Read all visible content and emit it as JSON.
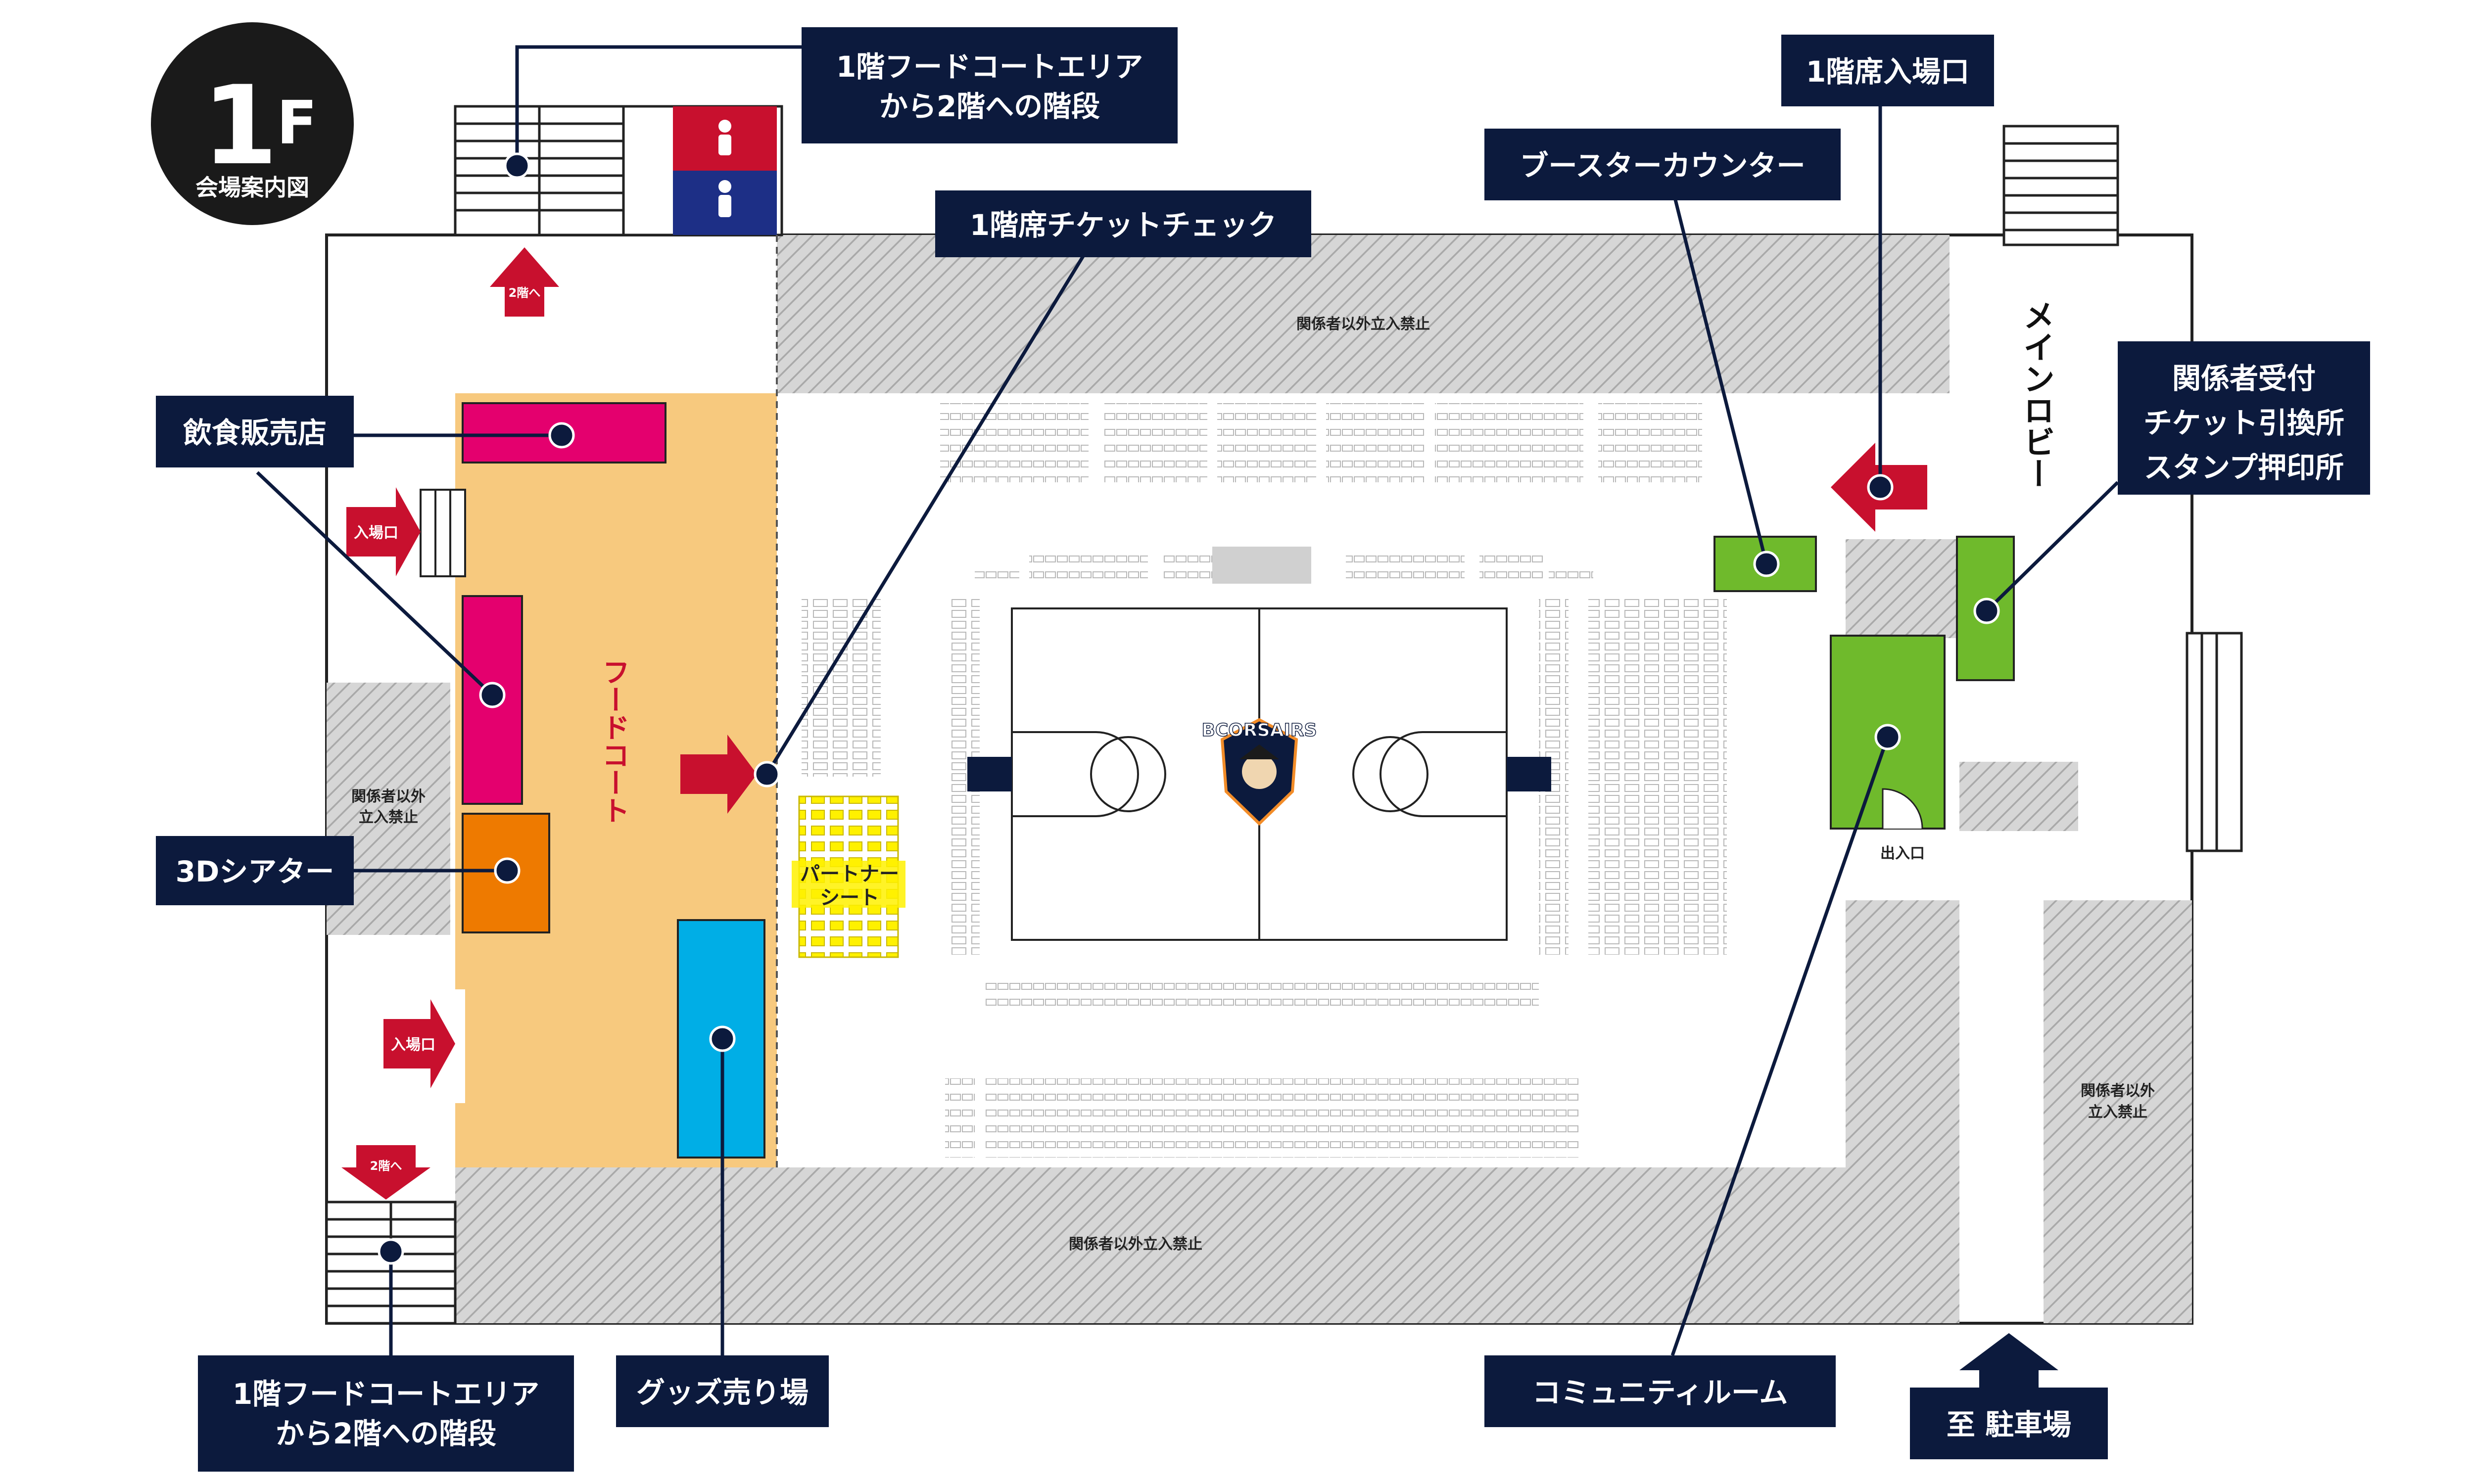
{
  "badge": {
    "floor": "1",
    "suffix": "F",
    "caption": "会場案内図"
  },
  "callouts": {
    "stairs_top_1": "1階フードコートエリア",
    "stairs_top_2": "から2階への階段",
    "ticket_check": "1階席チケットチェック",
    "booster_counter": "ブースターカウンター",
    "entrance_1f": "1階席入場口",
    "reception_1": "関係者受付",
    "reception_2": "チケット引換所",
    "reception_3": "スタンプ押印所",
    "food_shop": "飲食販売店",
    "theater_3d": "3Dシアター",
    "stairs_bottom_1": "1階フードコートエリア",
    "stairs_bottom_2": "から2階への階段",
    "goods": "グッズ売り場",
    "community_room": "コミュニティルーム",
    "parking": "至 駐車場"
  },
  "areas": {
    "food_court": "フードコート",
    "partner_seat_1": "パートナー",
    "partner_seat_2": "シート",
    "main_lobby": "メインロビー",
    "no_entry": "関係者以外立入禁止",
    "no_entry_l1": "関係者以外",
    "no_entry_l2": "立入禁止",
    "entrance": "入場口",
    "to_2f": "2階へ",
    "exit_entrance": "出入口"
  },
  "logo_text": "BCORSAIRS",
  "colors": {
    "navy": "#0c1a3d",
    "food_court": "#f7c97e",
    "shop_pink": "#e4006e",
    "theater_orange": "#ee7a00",
    "goods_blue": "#00aee6",
    "partner_yellow": "#fff100",
    "green": "#6fba2c",
    "arrow_red": "#c8102e",
    "toilet_red": "#c8102e",
    "toilet_blue": "#1d2f86",
    "restricted_gray": "#d3d3d3"
  },
  "icons": [
    "male-toilet-icon",
    "female-toilet-icon",
    "arrow-up-icon",
    "arrow-down-icon",
    "arrow-right-icon",
    "arrow-left-icon",
    "team-logo-icon"
  ]
}
